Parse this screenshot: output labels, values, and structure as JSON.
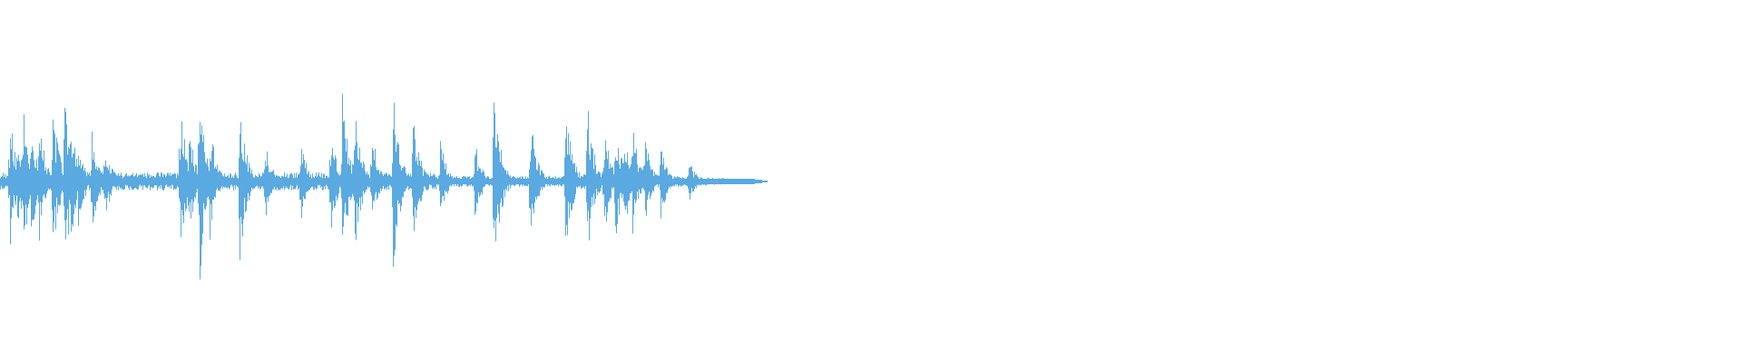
{
  "waveform": {
    "color": "#5aa9e1",
    "duration_fraction": 0.4375,
    "peak_amplitude": 0.9,
    "transients": [
      {
        "t": 0.0054,
        "a": 0.63
      },
      {
        "t": 0.0094,
        "a": 0.57
      },
      {
        "t": 0.0133,
        "a": 0.66
      },
      {
        "t": 0.0177,
        "a": 0.55
      },
      {
        "t": 0.0223,
        "a": 0.6
      },
      {
        "t": 0.0301,
        "a": 0.74
      },
      {
        "t": 0.0368,
        "a": 0.93
      },
      {
        "t": 0.0404,
        "a": 0.59
      },
      {
        "t": 0.0443,
        "a": 0.51
      },
      {
        "t": 0.0524,
        "a": 0.52
      },
      {
        "t": 0.06,
        "a": 0.4
      },
      {
        "t": 0.1033,
        "a": 0.78
      },
      {
        "t": 0.1079,
        "a": 0.58
      },
      {
        "t": 0.1143,
        "a": 0.97
      },
      {
        "t": 0.12,
        "a": 0.6
      },
      {
        "t": 0.1374,
        "a": 0.87
      },
      {
        "t": 0.1404,
        "a": 0.39
      },
      {
        "t": 0.152,
        "a": 0.4
      },
      {
        "t": 0.1726,
        "a": 0.46
      },
      {
        "t": 0.1897,
        "a": 0.51
      },
      {
        "t": 0.1962,
        "a": 0.83
      },
      {
        "t": 0.2033,
        "a": 0.74
      },
      {
        "t": 0.2132,
        "a": 0.51
      },
      {
        "t": 0.2254,
        "a": 0.97
      },
      {
        "t": 0.2368,
        "a": 0.74
      },
      {
        "t": 0.2525,
        "a": 0.4
      },
      {
        "t": 0.2723,
        "a": 0.41
      },
      {
        "t": 0.2833,
        "a": 1.0
      },
      {
        "t": 0.3042,
        "a": 0.68
      },
      {
        "t": 0.3243,
        "a": 0.8
      },
      {
        "t": 0.3368,
        "a": 0.81
      },
      {
        "t": 0.3465,
        "a": 0.55
      },
      {
        "t": 0.353,
        "a": 0.62
      },
      {
        "t": 0.358,
        "a": 0.57
      },
      {
        "t": 0.3627,
        "a": 0.59
      },
      {
        "t": 0.37,
        "a": 0.43
      },
      {
        "t": 0.379,
        "a": 0.38
      },
      {
        "t": 0.3952,
        "a": 0.22
      }
    ]
  }
}
